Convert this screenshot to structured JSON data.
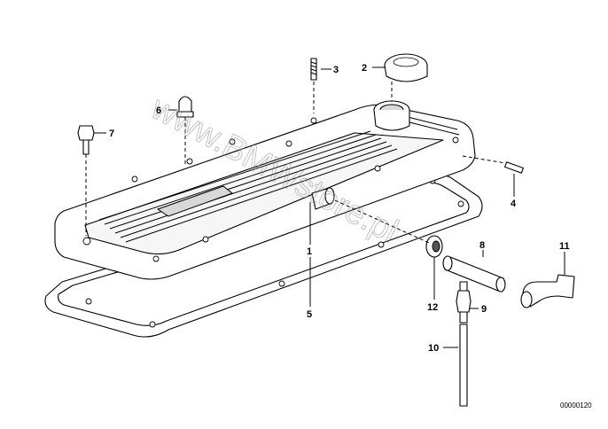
{
  "diagram": {
    "callouts": [
      "1",
      "2",
      "3",
      "4",
      "5",
      "6",
      "7",
      "8",
      "9",
      "10",
      "11",
      "12"
    ],
    "watermark": "www.BMWstore.pl",
    "document_number": "00000120"
  }
}
